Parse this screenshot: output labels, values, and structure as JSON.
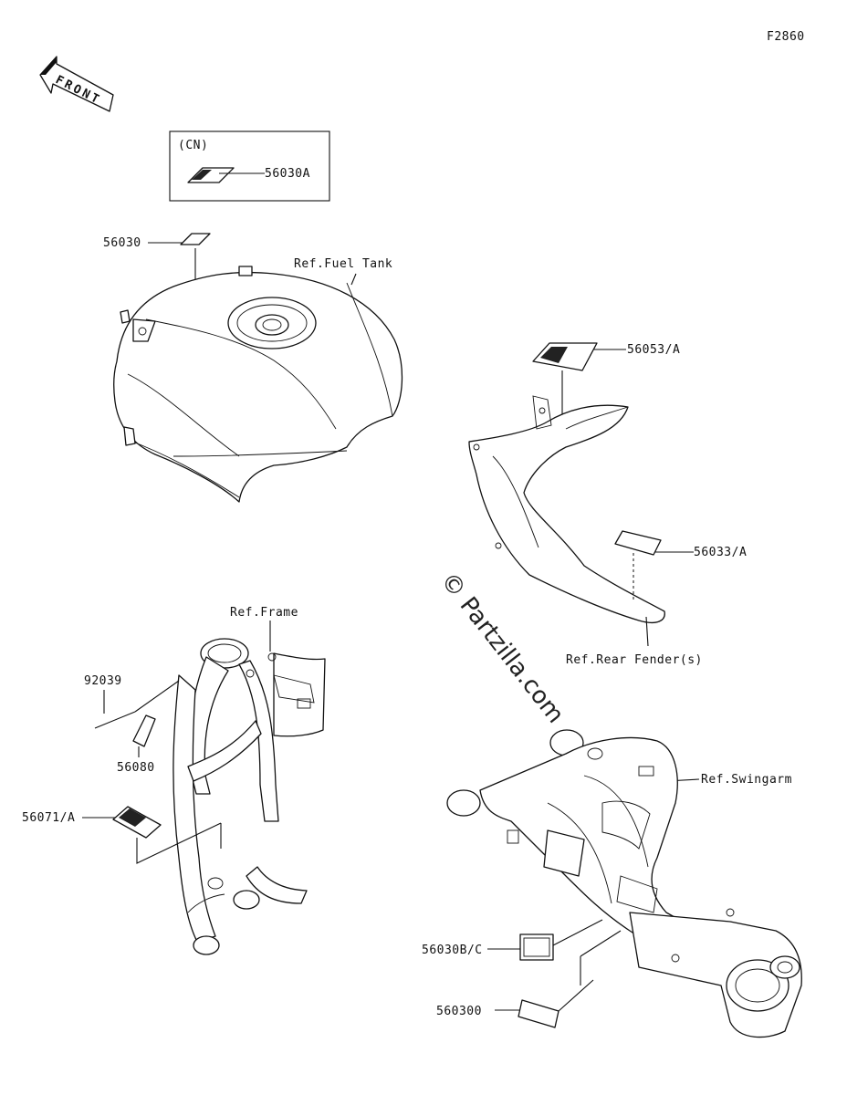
{
  "figure_code": "F2860",
  "front_arrow": {
    "text": "FRONT"
  },
  "cn_box": {
    "title": "(CN)",
    "part": "56030A"
  },
  "labels": {
    "p56030": "56030",
    "fuel_tank": "Ref.Fuel Tank",
    "p56053": "56053/A",
    "p56033": "56033/A",
    "rear_fender": "Ref.Rear Fender(s)",
    "frame": "Ref.Frame",
    "p92039": "92039",
    "p56080": "56080",
    "p56071": "56071/A",
    "swingarm": "Ref.Swingarm",
    "p56030bc": "56030B/C",
    "p56030d": "560300"
  },
  "watermark": "© Partzilla.com"
}
